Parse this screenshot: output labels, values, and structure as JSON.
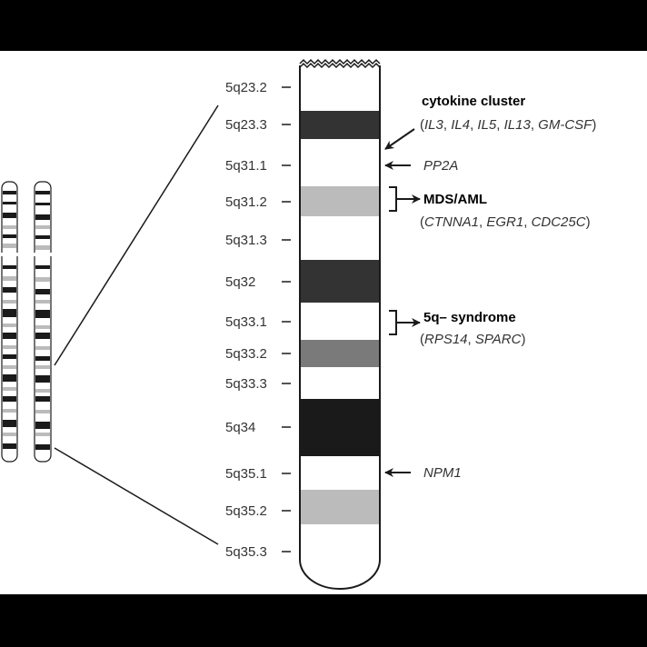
{
  "colors": {
    "background": "#000000",
    "panel": "#ffffff",
    "stroke": "#1a1a1a",
    "band_dark": "#333333",
    "band_black": "#1a1a1a",
    "band_mid": "#7a7a7a",
    "band_light": "#bbbbbb"
  },
  "bands": [
    {
      "label": "5q23.2",
      "stain": "white"
    },
    {
      "label": "5q23.3",
      "stain": "dark"
    },
    {
      "label": "5q31.1",
      "stain": "white"
    },
    {
      "label": "5q31.2",
      "stain": "light"
    },
    {
      "label": "5q31.3",
      "stain": "white"
    },
    {
      "label": "5q32",
      "stain": "dark"
    },
    {
      "label": "5q33.1",
      "stain": "white"
    },
    {
      "label": "5q33.2",
      "stain": "mid"
    },
    {
      "label": "5q33.3",
      "stain": "white"
    },
    {
      "label": "5q34",
      "stain": "black"
    },
    {
      "label": "5q35.1",
      "stain": "white"
    },
    {
      "label": "5q35.2",
      "stain": "light"
    },
    {
      "label": "5q35.3",
      "stain": "white"
    }
  ],
  "annotations": {
    "cytokine": {
      "title": "cytokine cluster",
      "open": "(",
      "genes": [
        "IL3",
        "IL4",
        "IL5",
        "IL13",
        "GM-CSF"
      ],
      "close": ")"
    },
    "pp2a": {
      "gene": "PP2A"
    },
    "mds": {
      "title": "MDS/AML",
      "open": "(",
      "genes": [
        "CTNNA1",
        "EGR1",
        "CDC25C"
      ],
      "close": ")"
    },
    "syndrome": {
      "title": "5q– syndrome",
      "open": "(",
      "genes": [
        "RPS14",
        "SPARC"
      ],
      "close": ")"
    },
    "npm1": {
      "gene": "NPM1"
    }
  }
}
